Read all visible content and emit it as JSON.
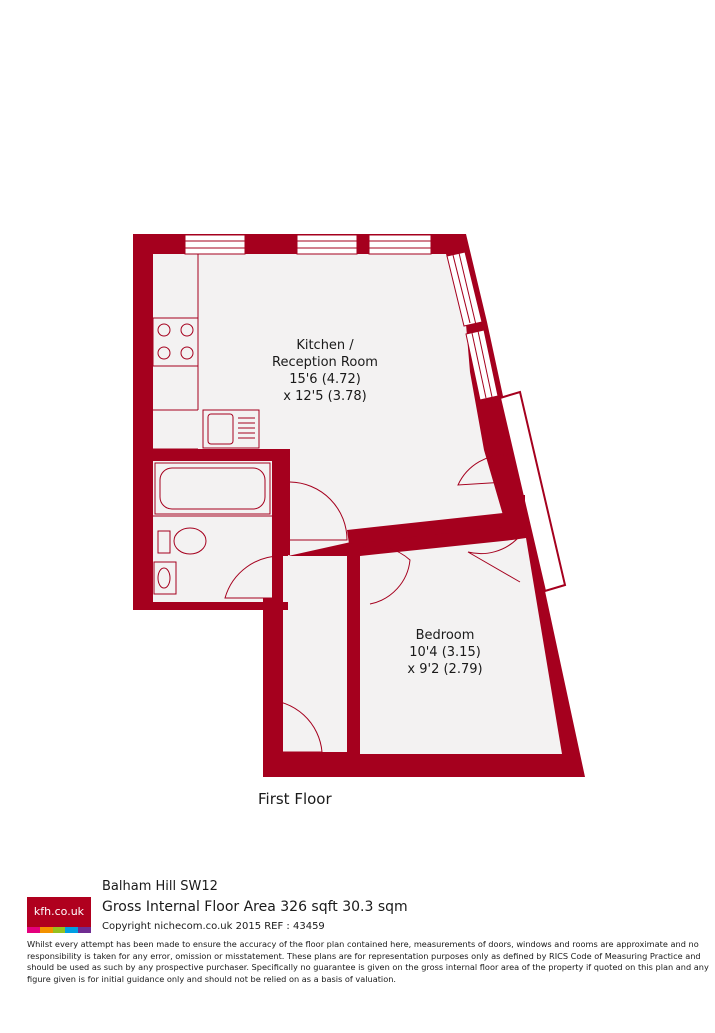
{
  "floorplan": {
    "rooms": [
      {
        "name_line1": "Kitchen /",
        "name_line2": "Reception Room",
        "dim_line1": "15'6 (4.72)",
        "dim_line2": "x 12'5 (3.78)"
      },
      {
        "name_line1": "Bedroom",
        "dim_line1": "10'4 (3.15)",
        "dim_line2": "x 9'2 (2.79)"
      }
    ],
    "floor_label": "First Floor",
    "wall_color": "#a5001e",
    "floor_color": "#f3f2f2"
  },
  "footer": {
    "logo_text": "kfh.co.uk",
    "logo_stripe_colors": [
      "#e4007d",
      "#f39200",
      "#95c11f",
      "#009fe3",
      "#6f2c91"
    ],
    "address": "Balham Hill  SW12",
    "area": "Gross Internal Floor Area 326 sqft 30.3 sqm",
    "copyright": "Copyright nichecom.co.uk 2015 REF : 43459",
    "disclaimer": "Whilst every attempt has been made to ensure the accuracy of the floor plan contained here, measurements of doors, windows and rooms are approximate and no responsibility is taken for any error, omission or misstatement.  These plans are for representation purposes only as defined by RICS Code of Measuring Practice and should be used as such by any prospective purchaser.  Specifically no guarantee is given on the gross internal floor area of the property if quoted on this plan and any figure given is for initial guidance only and should not be relied on as a basis of valuation."
  }
}
